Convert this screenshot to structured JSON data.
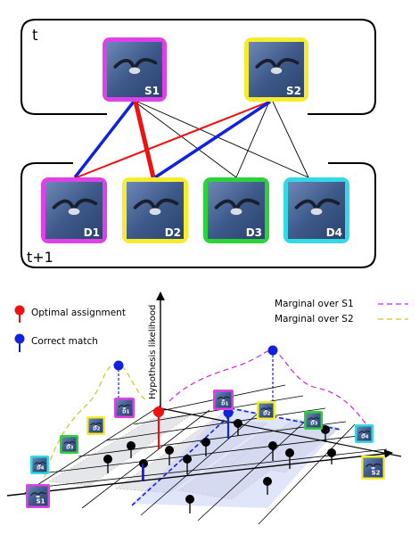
{
  "frames": {
    "t": "t",
    "t1": "t+1"
  },
  "sources": [
    {
      "label": "S1",
      "color": "#e040e8"
    },
    {
      "label": "S2",
      "color": "#f4ec2c"
    }
  ],
  "detections": [
    {
      "label": "D1",
      "color": "#e040e8"
    },
    {
      "label": "D2",
      "color": "#f4ec2c"
    },
    {
      "label": "D3",
      "color": "#2ad33a"
    },
    {
      "label": "D4",
      "color": "#35d8e6"
    }
  ],
  "legend": {
    "optimal": "Optimal assignment",
    "correct": "Correct match",
    "optimal_color": "#ee1111",
    "correct_color": "#1122dd"
  },
  "marginals": {
    "s1": "Marginal over S1",
    "s2": "Marginal over S2",
    "s1_color": "#d020d8",
    "s2_color": "#c8c820"
  },
  "axis": {
    "z_label": "Hypothesis likelihood"
  }
}
